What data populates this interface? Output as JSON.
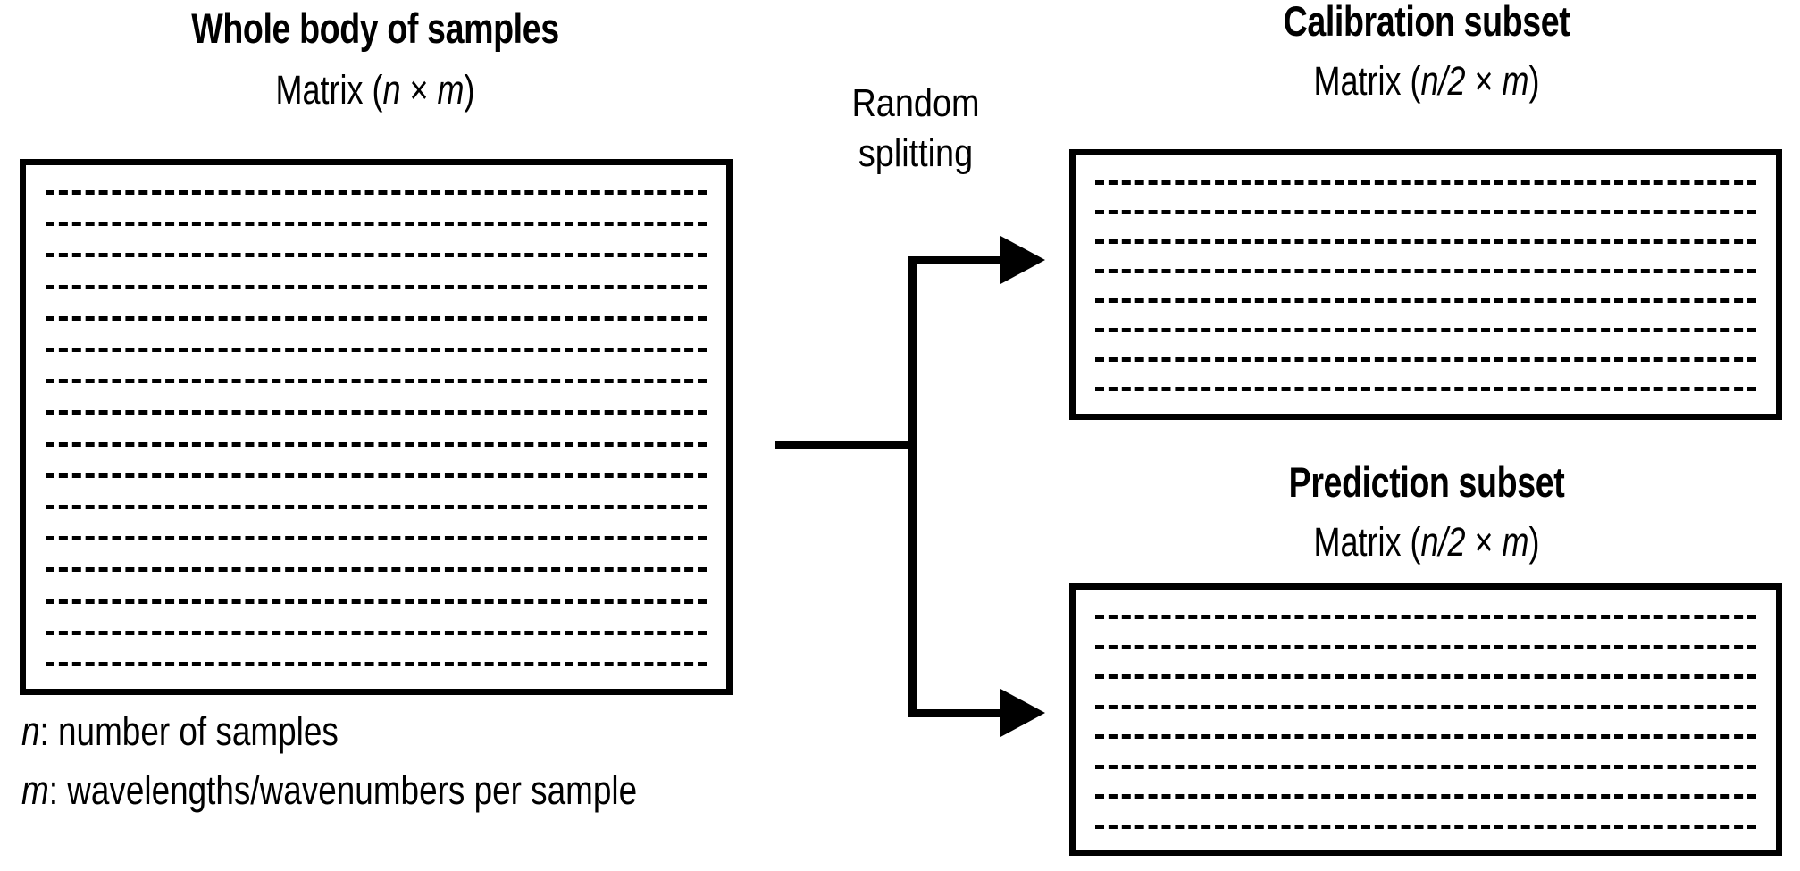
{
  "diagram": {
    "title_left": "Whole body of samples",
    "subtitle_left": "Matrix (n × m)",
    "subtitle_left_parts": {
      "prefix": "Matrix (",
      "var1": "n",
      "op": " × ",
      "var2": "m",
      "suffix": ")"
    },
    "process_label_line1": "Random",
    "process_label_line2": "splitting",
    "title_cal": "Calibration subset",
    "subtitle_cal_parts": {
      "prefix": "Matrix (",
      "var1": "n/2",
      "op": " × ",
      "var2": "m",
      "suffix": ")"
    },
    "title_pred": "Prediction subset",
    "subtitle_pred_parts": {
      "prefix": "Matrix (",
      "var1": "n/2",
      "op": " × ",
      "var2": "m",
      "suffix": ")"
    },
    "legend": [
      {
        "symbol": "n",
        "text": ": number of samples"
      },
      {
        "symbol": "m",
        "text": ": wavelengths/wavenumbers per sample"
      }
    ],
    "matrices": {
      "whole": {
        "rows": 16,
        "label": "whole-body-matrix"
      },
      "calibration": {
        "rows": 8,
        "label": "calibration-matrix"
      },
      "prediction": {
        "rows": 8,
        "label": "prediction-matrix"
      }
    },
    "colors": {
      "ink": "#000000",
      "paper": "#ffffff"
    }
  }
}
